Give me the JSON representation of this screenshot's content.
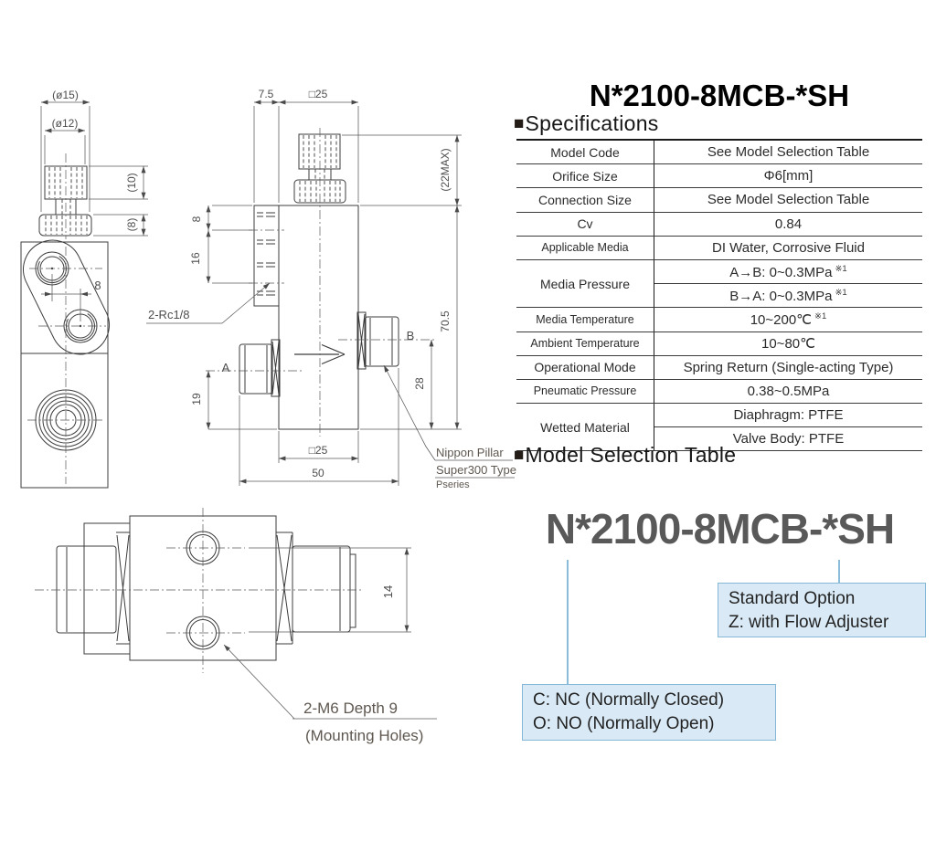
{
  "title": "N*2100-8MCB-*SH",
  "sections": {
    "specifications": {
      "icon": "■",
      "heading": "Specifications"
    },
    "model_selection": {
      "icon": "■",
      "heading": "Model Selection Table"
    }
  },
  "spec_table": {
    "rows": [
      {
        "label": "Model Code",
        "value": "See Model Selection Table"
      },
      {
        "label": "Orifice Size",
        "value": "Φ6[mm]"
      },
      {
        "label": "Connection Size",
        "value": "See Model Selection Table"
      },
      {
        "label": "Cv",
        "value": "0.84"
      },
      {
        "label": "Applicable Media",
        "value": "DI Water, Corrosive Fluid"
      },
      {
        "label": "Media Pressure",
        "value_1": "A→B: 0~0.3MPa",
        "note_1": "※1",
        "value_2": "B→A: 0~0.3MPa",
        "note_2": "※1"
      },
      {
        "label": "Media Temperature",
        "value": "10~200℃",
        "note": "※1"
      },
      {
        "label": "Ambient Temperature",
        "value": "10~80℃"
      },
      {
        "label": "Operational Mode",
        "value": "Spring Return (Single-acting Type)"
      },
      {
        "label": "Pneumatic Pressure",
        "value": "0.38~0.5MPa"
      },
      {
        "label": "Wetted Material",
        "value_1": "Diaphragm: PTFE",
        "value_2": "Valve Body: PTFE"
      }
    ]
  },
  "model_selection": {
    "model_code": "N*2100-8MCB-*SH",
    "standard_option_box": {
      "line1": "Standard Option",
      "line2": "Z: with Flow Adjuster"
    },
    "type_box": {
      "line1": "C: NC (Normally Closed)",
      "line2": "O: NO (Normally Open)"
    }
  },
  "drawings": {
    "side_view": {
      "dim_knob_outer": "(ø15)",
      "dim_knob_inner": "(ø12)",
      "dim_knob_upper_height": "(10)",
      "dim_knob_lower_height": "(8)",
      "dim_port_spacing": "8"
    },
    "front_view": {
      "dim_top_offset": "7.5",
      "dim_top_width": "□25",
      "dim_knob_height": "(22MAX)",
      "dim_rib_upper": "8",
      "dim_rib_lower": "16",
      "thread_note": "2-Rc1/8",
      "port_a": "A",
      "port_b": "B",
      "dim_port_a_height": "19",
      "dim_port_b_height": "28",
      "dim_body_height": "70.5",
      "dim_body_width": "□25",
      "dim_overall_width": "50",
      "fitting_note_line1": "Nippon Pillar",
      "fitting_note_line2": "Super300 Type",
      "fitting_note_line3": "Pseries"
    },
    "bottom_view": {
      "dim_hole_spacing": "14",
      "mounting_note_line1": "2-M6  Depth 9",
      "mounting_note_line2": "(Mounting Holes)"
    }
  },
  "colors": {
    "callout_box_fill": "#d9eaf6",
    "callout_box_border": "#85b7d7",
    "leader_line": "#8bbcd9",
    "model_code_gray": "#595959",
    "drawing_line": "#3c3c3c"
  }
}
